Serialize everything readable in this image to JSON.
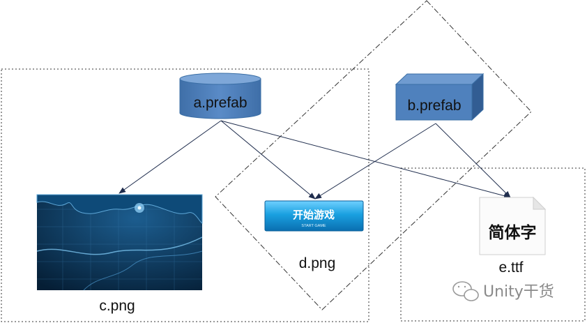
{
  "nodes": {
    "a": {
      "label": "a.prefab",
      "shape": "cylinder",
      "color": "#4f81bd"
    },
    "b": {
      "label": "b.prefab",
      "shape": "cube",
      "color": "#4f81bd"
    },
    "c": {
      "label": "c.png",
      "kind": "image-map-texture"
    },
    "d": {
      "label": "d.png",
      "kind": "image-button",
      "button_text": "开始游戏",
      "button_subtext": "START GAME"
    },
    "e": {
      "label": "e.ttf",
      "kind": "font-file",
      "glyph_text": "简体字"
    }
  },
  "edges": [
    {
      "from": "a",
      "to": "c"
    },
    {
      "from": "a",
      "to": "d"
    },
    {
      "from": "a",
      "to": "e"
    },
    {
      "from": "b",
      "to": "d"
    },
    {
      "from": "b",
      "to": "e"
    }
  ],
  "groups": [
    "left-bundle",
    "diamond-bundle",
    "right-bundle"
  ],
  "watermark": {
    "text": "Unity干货",
    "icon": "wechat-icon"
  },
  "colors": {
    "arrow": "#1f2d4d",
    "border": "#333333",
    "texture": "#0b3a5e",
    "button": "#1aa0e0"
  }
}
